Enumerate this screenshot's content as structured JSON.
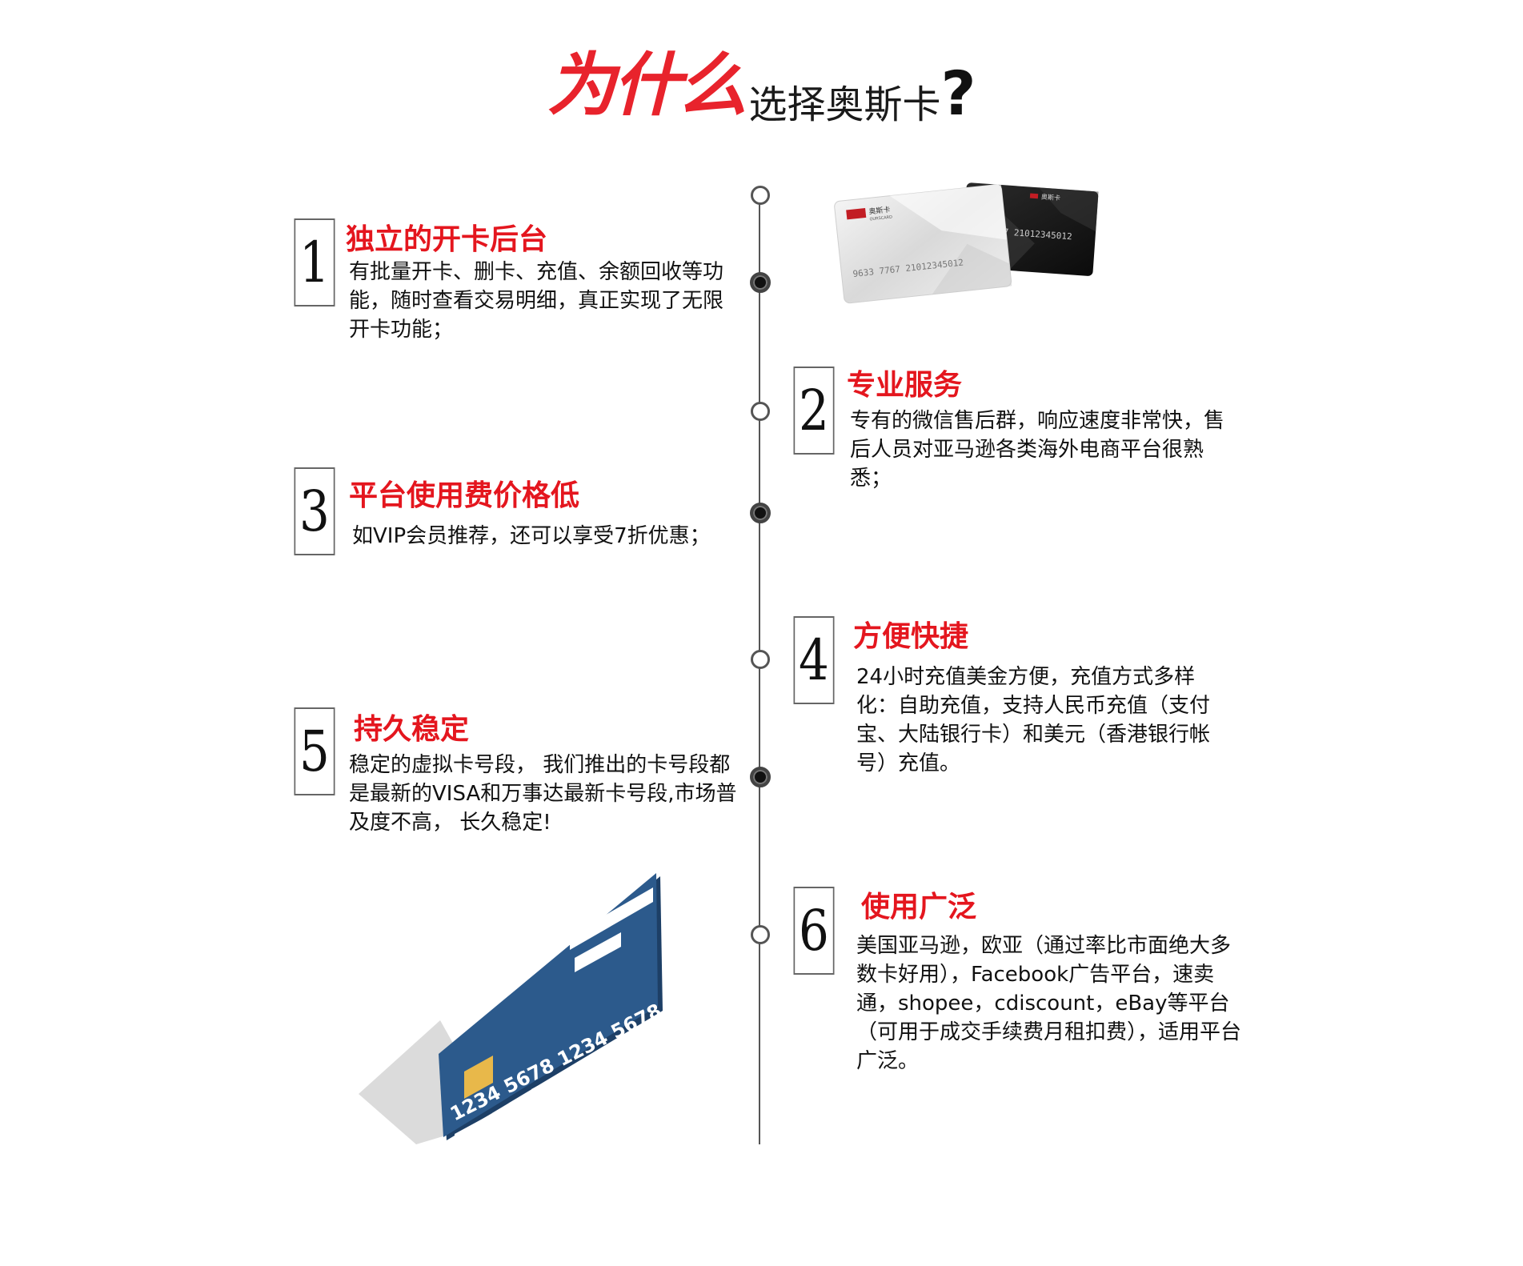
{
  "header": {
    "title_red": "为什么",
    "title_dark": "选择奥斯卡",
    "title_mark": "?"
  },
  "items": [
    {
      "number": "1",
      "title": "独立的开卡后台",
      "desc": "有批量开卡、删卡、充值、余额回收等功能，随时查看交易明细，真正实现了无限开卡功能；"
    },
    {
      "number": "2",
      "title": "专业服务",
      "desc": "专有的微信售后群，响应速度非常快，售后人员对亚马逊各类海外电商平台很熟悉；"
    },
    {
      "number": "3",
      "title": "平台使用费价格低",
      "desc": "如VIP会员推荐，还可以享受7折优惠；"
    },
    {
      "number": "4",
      "title": "方便快捷",
      "desc": "24小时充值美金方便，充值方式多样化：自助充值，支持人民币充值（支付宝、大陆银行卡）和美元（香港银行帐号）充值。"
    },
    {
      "number": "5",
      "title": "持久稳定",
      "desc": "稳定的虚拟卡号段， 我们推出的卡号段都是最新的VISA和万事达最新卡号段,市场普及度不高， 长久稳定!"
    },
    {
      "number": "6",
      "title": "使用广泛",
      "desc": "美国亚马逊，欧亚（通过率比市面绝大多数卡好用），Facebook广告平台，速卖通，shopee，cdiscount，eBay等平台（可用于成交手续费月租扣费），适用平台广泛。"
    }
  ],
  "cards_image": {
    "silver_card_logo": "奥斯卡",
    "silver_card_sub": "OURSCARD",
    "silver_card_number": "9633 7767 21012345012",
    "black_card_logo": "奥斯卡",
    "black_card_number": "7767 21012345012"
  },
  "blue_card": {
    "number": "1234 5678 1234 5678",
    "color": "#2c5a8c"
  },
  "colors": {
    "accent": "#e4161e",
    "axis": "#555555"
  }
}
